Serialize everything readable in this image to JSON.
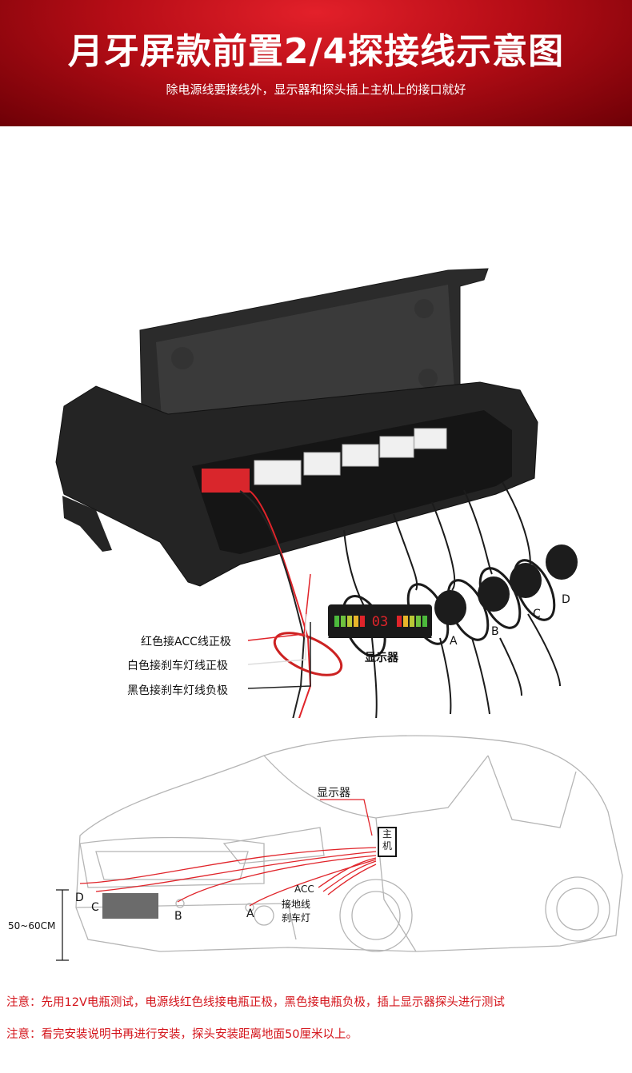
{
  "header": {
    "title": "月牙屏款前置2/4探接线示意图",
    "subtitle": "除电源线要接线外，显示器和探头插上主机上的接口就好"
  },
  "wiring": {
    "red_wire": "红色接ACC线正极",
    "white_wire": "白色接刹车灯线正极",
    "black_wire": "黑色接刹车灯线负极",
    "display_label": "显示器",
    "display_reading": "03",
    "sensors": [
      "A",
      "B",
      "C",
      "D"
    ]
  },
  "car_diagram": {
    "display_label": "显示器",
    "main_unit_label": [
      "主",
      "机"
    ],
    "sensors": [
      "A",
      "B",
      "C",
      "D"
    ],
    "acc_label": "ACC",
    "ground_label": "接地线",
    "brake_label": "刹车灯",
    "height_label": "50~60CM"
  },
  "notes": [
    "注意：先用12V电瓶测试，电源线红色线接电瓶正极，黑色接电瓶负极，插上显示器探头进行测试",
    "注意：看完安装说明书再进行安装，探头安装距离地面50厘米以上。"
  ],
  "colors": {
    "header_red": "#c8101a",
    "note_red": "#d4141b",
    "wire_red": "#e0242a"
  }
}
